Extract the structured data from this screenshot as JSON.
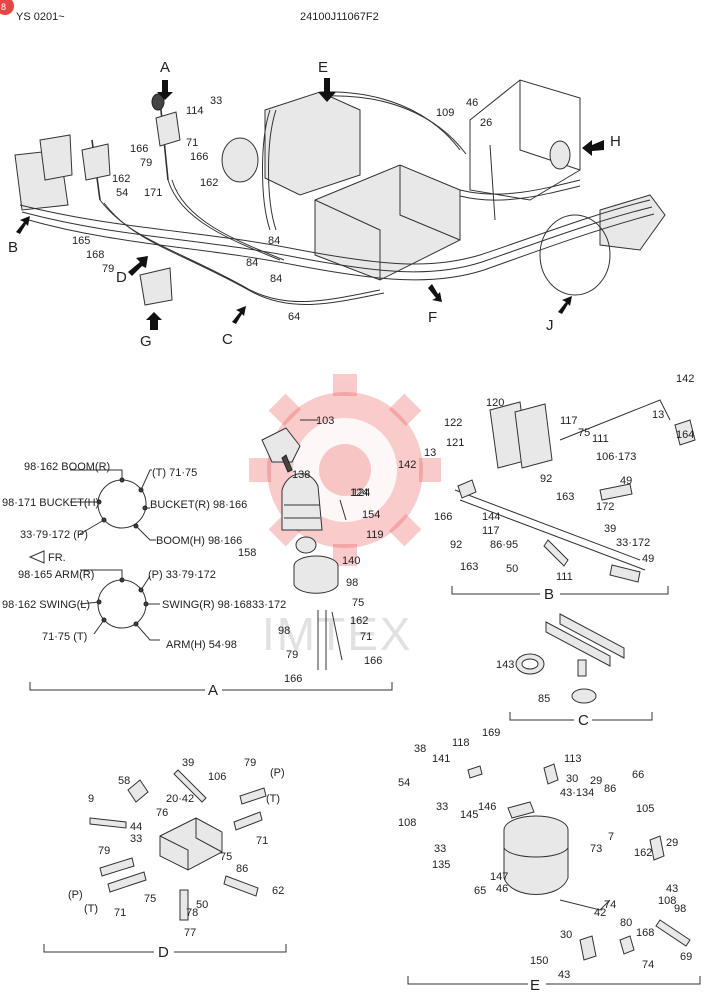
{
  "header": {
    "badge": "8",
    "model": "YS 0201~",
    "part_no": "24100J11067F2"
  },
  "main_view": {
    "arrows": [
      "A",
      "B",
      "C",
      "D",
      "E",
      "F",
      "G",
      "H",
      "J"
    ],
    "callouts": [
      "33",
      "114",
      "166",
      "79",
      "71",
      "166",
      "171",
      "162",
      "162",
      "54",
      "165",
      "168",
      "79",
      "84",
      "84",
      "64",
      "84",
      "109",
      "46",
      "26"
    ]
  },
  "view_a": {
    "label": "A",
    "fr_label": "FR.",
    "pattern_top": {
      "boom_r": "98·162 BOOM(R)",
      "t": "(T) 71·75",
      "bucket_h": "98·171 BUCKET(H)",
      "bucket_r": "BUCKET(R) 98·166",
      "p": "33·79·172 (P)",
      "boom_h": "BOOM(H) 98·166"
    },
    "pattern_bottom": {
      "arm_r": "98·165 ARM(R)",
      "p": "(P) 33·79·172",
      "swing_l": "98·162 SWING(L)",
      "swing_r": "SWING(R) 98·168",
      "t": "71·75 (T)",
      "arm_h": "ARM(H) 54·98"
    },
    "callouts": [
      "103",
      "138",
      "124",
      "154",
      "119",
      "158",
      "140",
      "98",
      "75",
      "33·172",
      "162",
      "98",
      "71",
      "79",
      "166",
      "166"
    ]
  },
  "view_b": {
    "label": "B",
    "callouts": [
      "142",
      "13",
      "164",
      "122",
      "120",
      "117",
      "75",
      "111",
      "106·173",
      "121",
      "13",
      "142",
      "49",
      "166",
      "124",
      "92",
      "163",
      "172",
      "144",
      "117",
      "39",
      "86·95",
      "92",
      "163",
      "50",
      "111",
      "33·172",
      "49"
    ]
  },
  "view_c": {
    "label": "C",
    "callouts": [
      "143",
      "85"
    ]
  },
  "view_d": {
    "label": "D",
    "callouts": [
      "9",
      "58",
      "39",
      "106",
      "79",
      "(P)",
      "20·42",
      "(T)",
      "44",
      "33",
      "76",
      "71",
      "79",
      "75",
      "86",
      "(P)",
      "75",
      "(T)",
      "78",
      "50",
      "62",
      "71",
      "77"
    ]
  },
  "view_e": {
    "label": "E",
    "callouts": [
      "38",
      "118",
      "169",
      "113",
      "141",
      "30",
      "54",
      "43·134",
      "29",
      "66",
      "33",
      "86",
      "146",
      "145",
      "105",
      "108",
      "7",
      "73",
      "162",
      "29",
      "33",
      "135",
      "147",
      "65",
      "46",
      "43",
      "42",
      "74",
      "108",
      "98",
      "30",
      "80",
      "168",
      "150",
      "74",
      "43",
      "69"
    ]
  },
  "watermark": {
    "text": "IMTEX",
    "color": "#e84545"
  }
}
